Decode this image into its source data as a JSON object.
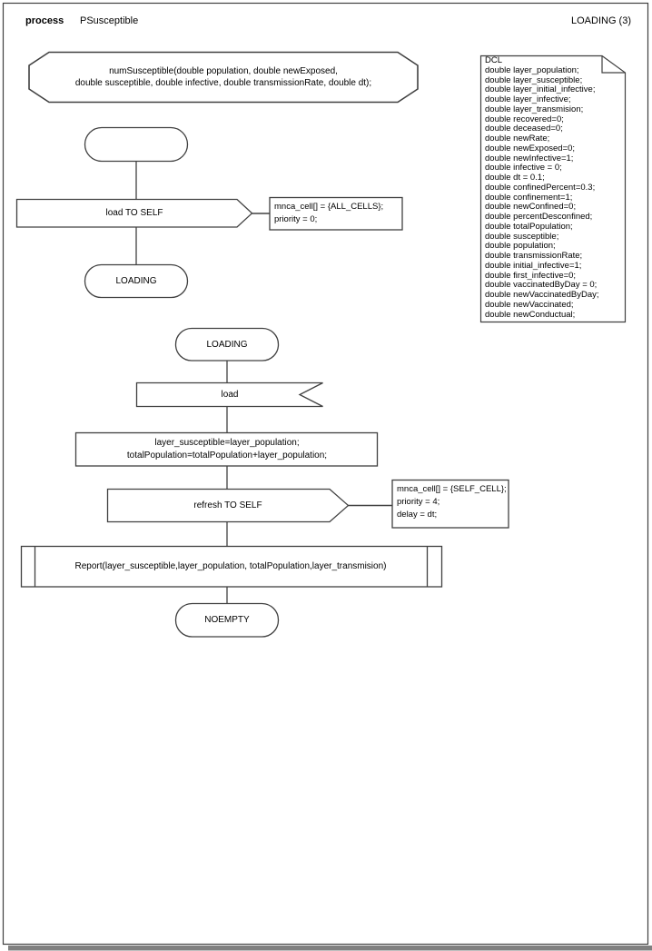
{
  "colors": {
    "stroke": "#404040",
    "page_background": "#ffffff",
    "page_shadow": "#808080",
    "text": "#000000"
  },
  "header": {
    "kind": "process",
    "name": "PSusceptible",
    "page": "LOADING (3)"
  },
  "procedure_declaration": {
    "lines": [
      "numSusceptible(double population, double newExposed,",
      "double susceptible, double infective, double transmissionRate, double dt);"
    ]
  },
  "dcl_note": {
    "title": "DCL",
    "lines": [
      "double layer_population;",
      "double layer_susceptible;",
      "double layer_initial_infective;",
      "double layer_infective;",
      "double layer_transmision;",
      "double recovered=0;",
      "double deceased=0;",
      "double newRate;",
      "double newExposed=0;",
      "double newInfective=1;",
      "double infective = 0;",
      "double dt = 0.1;",
      "double confinedPercent=0.3;",
      "double confinement=1;",
      "double newConfined=0;",
      "double percentDesconfined;",
      "double totalPopulation;",
      "double susceptible;",
      "double population;",
      "double transmissionRate;",
      "double initial_infective=1;",
      "double first_infective=0;",
      "double vaccinatedByDay = 0;",
      "double newVaccinatedByDay;",
      "double newVaccinated;",
      "double newConductual;"
    ]
  },
  "flow": {
    "output_load": {
      "label": "load TO SELF",
      "comment_lines": [
        "mnca_cell[] = {ALL_CELLS};",
        "priority = 0;"
      ]
    },
    "state_loading_top": {
      "label": "LOADING"
    },
    "state_loading_mid": {
      "label": "LOADING"
    },
    "input_load": {
      "label": "load"
    },
    "task": {
      "lines": [
        "layer_susceptible=layer_population;",
        "totalPopulation=totalPopulation+layer_population;"
      ]
    },
    "output_refresh": {
      "label": "refresh TO SELF",
      "comment_lines": [
        "mnca_cell[] = {SELF_CELL};",
        "priority = 4;",
        "delay = dt;"
      ]
    },
    "procedure_call": {
      "label": "Report(layer_susceptible,layer_population, totalPopulation,layer_transmision)"
    },
    "state_noempty": {
      "label": "NOEMPTY"
    }
  }
}
